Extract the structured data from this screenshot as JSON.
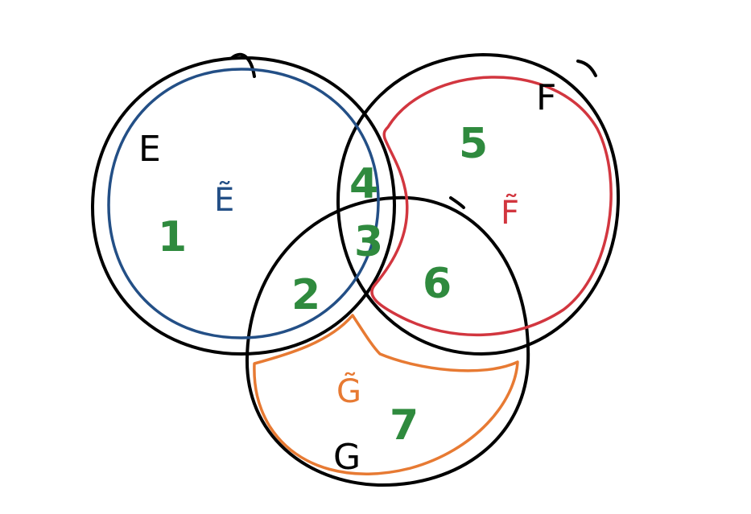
{
  "colors": {
    "outline": "#000000",
    "e_subset": "#234f86",
    "f_subset": "#d2363f",
    "g_subset": "#e77a33",
    "region_numbers": "#2f8a3e"
  },
  "sets": {
    "e": {
      "label": "E",
      "subset_label": "Ẽ"
    },
    "f": {
      "label": "F",
      "subset_label": "F̃"
    },
    "g": {
      "label": "G",
      "subset_label": "G̃"
    }
  },
  "regions": [
    "1",
    "2",
    "3",
    "4",
    "5",
    "6",
    "7"
  ]
}
